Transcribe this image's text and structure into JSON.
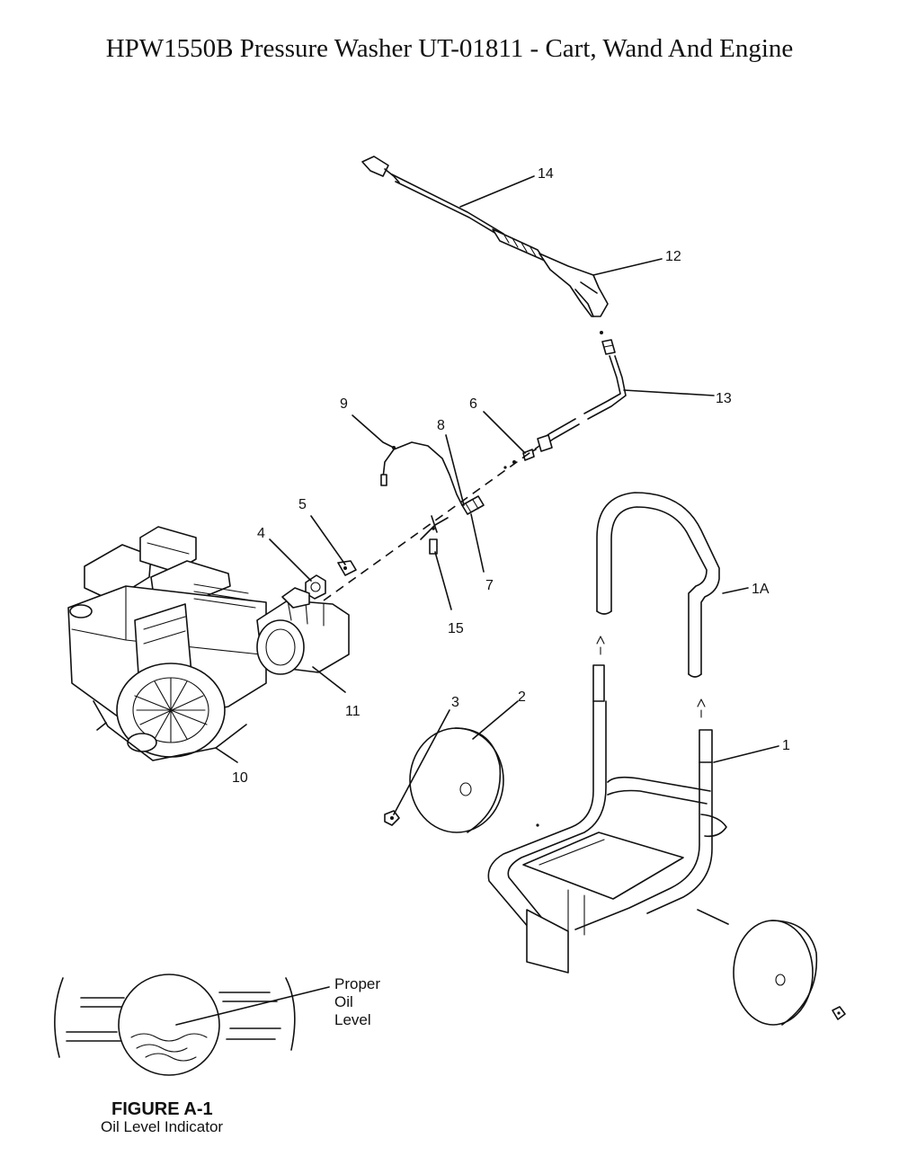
{
  "title": "HPW1550B Pressure Washer UT-01811 - Cart, Wand And Engine",
  "callouts": {
    "c14": "14",
    "c12": "12",
    "c13": "13",
    "c9": "9",
    "c6": "6",
    "c8": "8",
    "c5": "5",
    "c4": "4",
    "c7": "7",
    "c15": "15",
    "c1A": "1A",
    "c11": "11",
    "c10": "10",
    "c3": "3",
    "c2": "2",
    "c1": "1"
  },
  "figure": {
    "annotation_line1": "Proper",
    "annotation_line2": "Oil",
    "annotation_line3": "Level",
    "caption_title": "FIGURE A-1",
    "caption_subtitle": "Oil Level Indicator"
  }
}
